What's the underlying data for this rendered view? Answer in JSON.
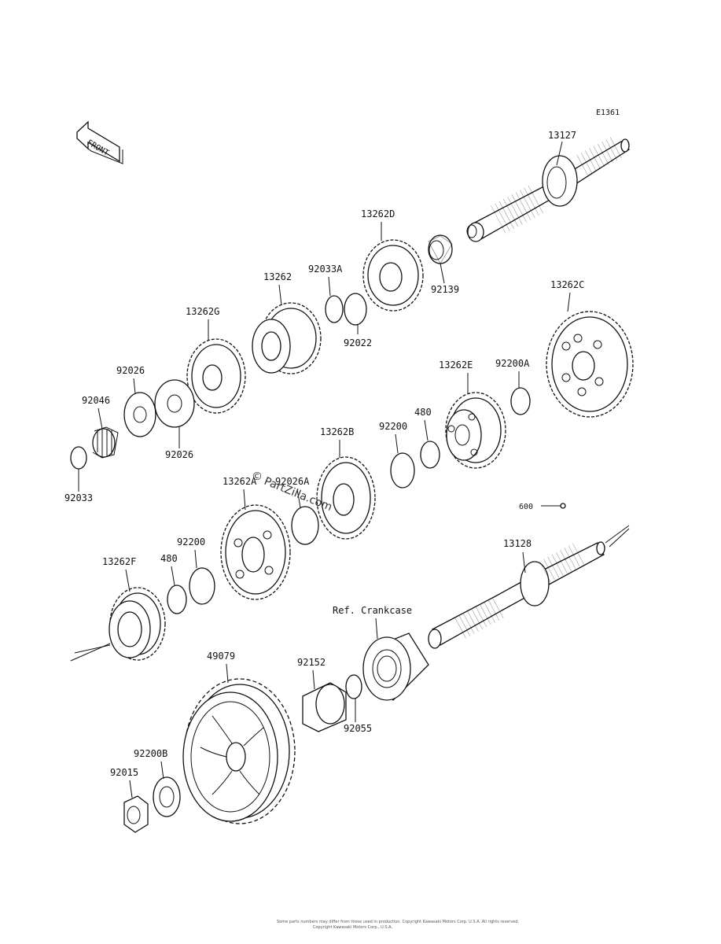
{
  "diagram_code": "E1361",
  "front_label": "FRONT",
  "watermark": "PartZilla.com",
  "watermark_symbol": "©",
  "copyright_line1": "Some parts numbers may differ from those used in production. Copyright Kawasaki Motors Corp. U.S.A. All rights reserved.",
  "copyright_line2": "Copyright Kawasaki Motors Corp., U.S.A.",
  "ref_crankcase": "Ref. Crankcase",
  "labels": {
    "p13127": "13127",
    "p13262D": "13262D",
    "p92139": "92139",
    "p13262": "13262",
    "p92033A": "92033A",
    "p92022": "92022",
    "p13262G": "13262G",
    "p13262C": "13262C",
    "p92026a": "92026",
    "p92046": "92046",
    "p92026b": "92026",
    "p92033": "92033",
    "p13262E": "13262E",
    "p92200A": "92200A",
    "p480a": "480",
    "p92200a": "92200",
    "p13262B": "13262B",
    "p13262A": "13262A",
    "p92026A": "92026A",
    "p600": "600",
    "p92200b": "92200",
    "p480b": "480",
    "p13262F": "13262F",
    "p13128": "13128",
    "p49079": "49079",
    "p92152": "92152",
    "p92055": "92055",
    "p92200B": "92200B",
    "p92015": "92015"
  }
}
